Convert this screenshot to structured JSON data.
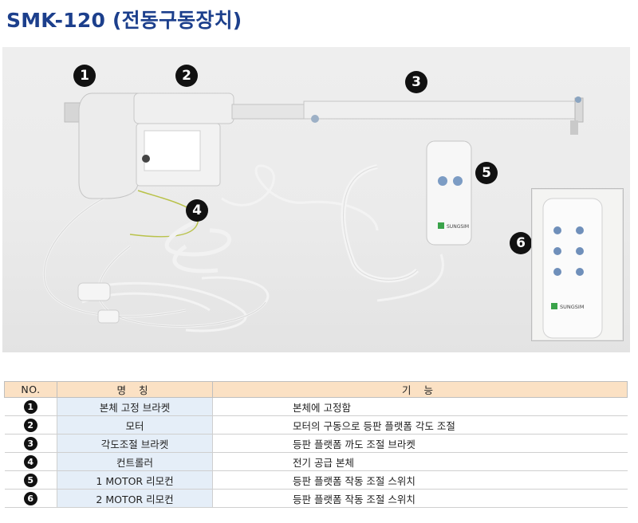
{
  "title": "SMK-120 (전동구동장치)",
  "photo": {
    "markers": [
      "1",
      "2",
      "3",
      "4",
      "5",
      "6"
    ],
    "remote_brand": "SUNGSIM",
    "inset_brand": "SUNGSIM"
  },
  "table": {
    "headers": [
      "NO.",
      "명 칭",
      "기 능"
    ],
    "rows": [
      {
        "no": "1",
        "name": "본체 고정 브라켓",
        "function": "본체에 고정함"
      },
      {
        "no": "2",
        "name": "모터",
        "function": "모터의 구동으로 등판 플랫폼 각도 조절"
      },
      {
        "no": "3",
        "name": "각도조절 브라켓",
        "function": "등판 플랫폼 까도 조절 브라켓"
      },
      {
        "no": "4",
        "name": "컨트롤러",
        "function": "전기 공급 본체"
      },
      {
        "no": "5",
        "name": "1 MOTOR 리모컨",
        "function": "등판 플랫폼 작동 조절 스위치"
      },
      {
        "no": "6",
        "name": "2 MOTOR 리모컨",
        "function": "등판 플랫폼 작동 조절 스위치"
      }
    ]
  },
  "colors": {
    "title": "#1c3f8c",
    "header_bg": "#fbe1c4",
    "name_bg": "#e5eef8"
  }
}
